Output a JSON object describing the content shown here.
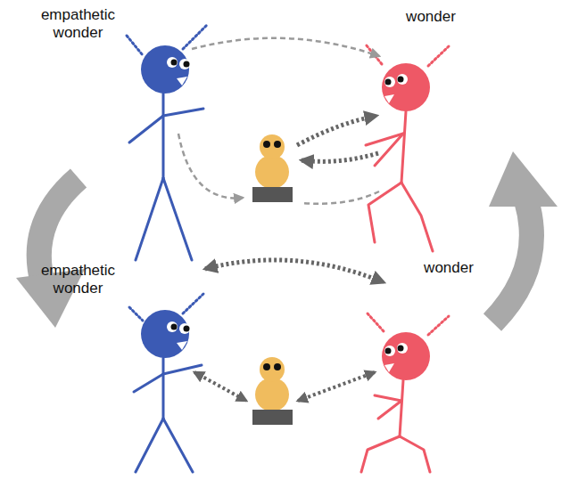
{
  "diagram": {
    "nodes": [
      {
        "text": [
          "empathetic wonder"
        ]
      },
      {
        "text": [
          "wonder"
        ]
      },
      {
        "text": [
          "empathetic wonder"
        ]
      },
      {
        "text": [
          "wonder"
        ]
      }
    ],
    "edges": [
      {
        "from": 0,
        "to": 1,
        "arrow": "to"
      },
      {
        "from": 2,
        "to": 3,
        "arrow": "both"
      }
    ]
  }
}
